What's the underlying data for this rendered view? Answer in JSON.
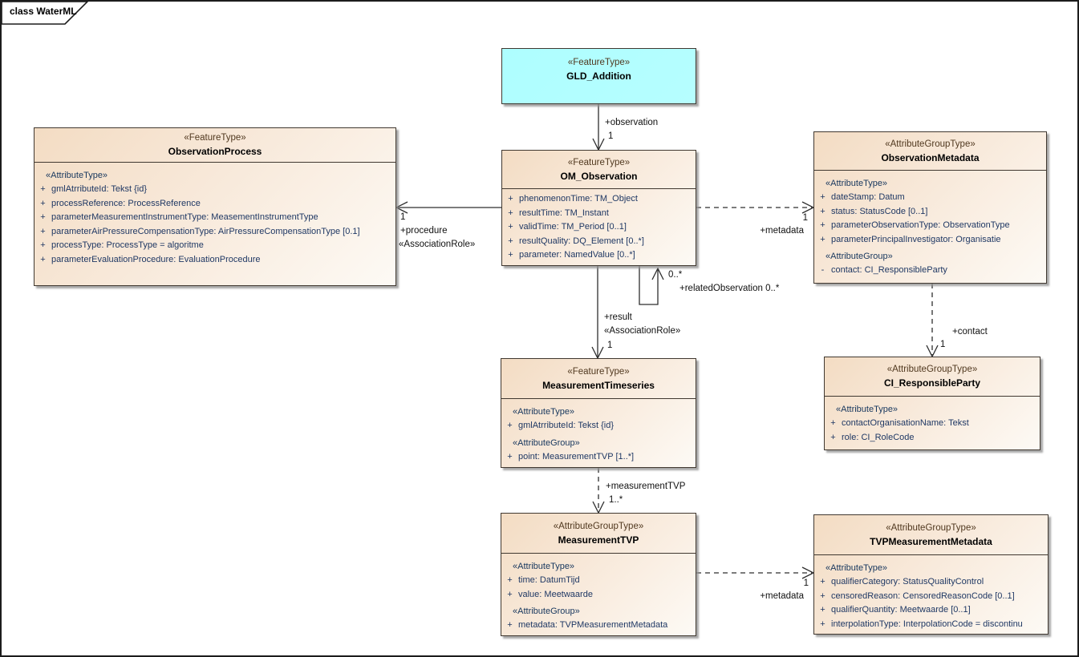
{
  "frame": {
    "tab_label": "class WaterML"
  },
  "colors": {
    "box_fill_start": "#F3DCC3",
    "box_fill_end": "#FDFAF5",
    "feature_highlight_fill": "#AEFEFF",
    "box_border": "#403830",
    "attribute_text": "#1F3864",
    "stereotype_text": "#50381F",
    "background": "#FFFFFF"
  },
  "classes": {
    "gld": {
      "stereotype": "«FeatureType»",
      "name": "GLD_Addition",
      "items": []
    },
    "process": {
      "stereotype": "«FeatureType»",
      "name": "ObservationProcess",
      "items": [
        {
          "k": "sec",
          "t": "«AttributeType»"
        },
        {
          "k": "attr",
          "v": "+",
          "t": "gmlAtrributeId: Tekst {id}"
        },
        {
          "k": "attr",
          "v": "+",
          "t": "processReference: ProcessReference"
        },
        {
          "k": "attr",
          "v": "+",
          "t": "parameterMeasurementInstrumentType: MeasementInstrumentType"
        },
        {
          "k": "attr",
          "v": "+",
          "t": "parameterAirPressureCompensationType: AirPressureCompensationType [0.1]"
        },
        {
          "k": "attr",
          "v": "+",
          "t": "processType: ProcessType = algoritme"
        },
        {
          "k": "attr",
          "v": "+",
          "t": "parameterEvaluationProcedure: EvaluationProcedure"
        }
      ]
    },
    "om": {
      "stereotype": "«FeatureType»",
      "name": "OM_Observation",
      "items": [
        {
          "k": "attr",
          "v": "+",
          "t": "phenomenonTime: TM_Object"
        },
        {
          "k": "attr",
          "v": "+",
          "t": "resultTime: TM_Instant"
        },
        {
          "k": "attr",
          "v": "+",
          "t": "validTime: TM_Period [0..1]"
        },
        {
          "k": "attr",
          "v": "+",
          "t": "resultQuality: DQ_Element [0..*]"
        },
        {
          "k": "attr",
          "v": "+",
          "t": "parameter: NamedValue [0..*]"
        }
      ]
    },
    "obsmeta": {
      "stereotype": "«AttributeGroupType»",
      "name": "ObservationMetadata",
      "items": [
        {
          "k": "sec",
          "t": "«AttributeType»"
        },
        {
          "k": "attr",
          "v": "+",
          "t": "dateStamp: Datum"
        },
        {
          "k": "attr",
          "v": "+",
          "t": "status: StatusCode [0..1]"
        },
        {
          "k": "attr",
          "v": "+",
          "t": "parameterObservationType: ObservationType"
        },
        {
          "k": "attr",
          "v": "+",
          "t": "parameterPrincipalInvestigator: Organisatie"
        },
        {
          "k": "sec",
          "t": "«AttributeGroup»"
        },
        {
          "k": "attr",
          "v": "-",
          "t": "contact: CI_ResponsibleParty"
        }
      ]
    },
    "ci": {
      "stereotype": "«AttributeGroupType»",
      "name": "CI_ResponsibleParty",
      "items": [
        {
          "k": "sec",
          "t": "«AttributeType»"
        },
        {
          "k": "attr",
          "v": "+",
          "t": "contactOrganisationName: Tekst"
        },
        {
          "k": "attr",
          "v": "+",
          "t": "role: CI_RoleCode"
        }
      ]
    },
    "mts": {
      "stereotype": "«FeatureType»",
      "name": "MeasurementTimeseries",
      "items": [
        {
          "k": "sec",
          "t": "«AttributeType»"
        },
        {
          "k": "attr",
          "v": "+",
          "t": "gmlAtrributeId: Tekst {id}"
        },
        {
          "k": "sec",
          "t": "«AttributeGroup»"
        },
        {
          "k": "attr",
          "v": "+",
          "t": "point: MeasurementTVP [1..*]"
        }
      ]
    },
    "mtvp": {
      "stereotype": "«AttributeGroupType»",
      "name": "MeasurementTVP",
      "items": [
        {
          "k": "sec",
          "t": "«AttributeType»"
        },
        {
          "k": "attr",
          "v": "+",
          "t": "time: DatumTijd"
        },
        {
          "k": "attr",
          "v": "+",
          "t": "value: Meetwaarde"
        },
        {
          "k": "sec",
          "t": "«AttributeGroup»"
        },
        {
          "k": "attr",
          "v": "+",
          "t": "metadata: TVPMeasurementMetadata"
        }
      ]
    },
    "tvpm": {
      "stereotype": "«AttributeGroupType»",
      "name": "TVPMeasurementMetadata",
      "items": [
        {
          "k": "sec",
          "t": "«AttributeType»"
        },
        {
          "k": "attr",
          "v": "+",
          "t": "qualifierCategory: StatusQualityControl"
        },
        {
          "k": "attr",
          "v": "+",
          "t": "censoredReason: CensoredReasonCode [0..1]"
        },
        {
          "k": "attr",
          "v": "+",
          "t": "qualifierQuantity: Meetwaarde [0..1]"
        },
        {
          "k": "attr",
          "v": "+",
          "t": "interpolationType: InterpolationCode = discontinu"
        }
      ]
    }
  },
  "connectors": {
    "observation": {
      "role": "+observation",
      "mult": "1"
    },
    "procedure": {
      "mult": "1",
      "role": "+procedure",
      "stereotype": "«AssociationRole»"
    },
    "obs_metadata": {
      "mult": "1",
      "role": "+metadata"
    },
    "related_observation": {
      "mult": "0..*",
      "role": "+relatedObservation 0..*"
    },
    "result": {
      "role": "+result",
      "stereotype": "«AssociationRole»",
      "mult": "1"
    },
    "measurement_tvp": {
      "role": "+measurementTVP",
      "mult": "1..*"
    },
    "contact": {
      "role": "+contact",
      "mult": "1"
    },
    "tvp_metadata": {
      "mult": "1",
      "role": "+metadata"
    }
  }
}
